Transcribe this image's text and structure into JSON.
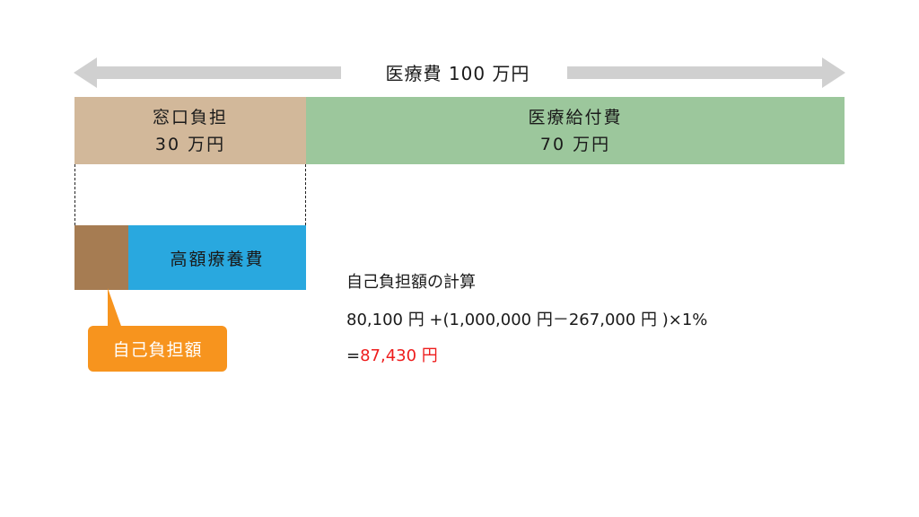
{
  "total": {
    "label": "医療費 100 万円"
  },
  "segments": {
    "madoguchi": {
      "title": "窓口負担",
      "amount": "30 万円"
    },
    "kyufu": {
      "title": "医療給付費",
      "amount": "70 万円"
    },
    "kogaku": {
      "title": "高額療養費"
    }
  },
  "callout": {
    "label": "自己負担額"
  },
  "calculation": {
    "title": "自己負担額の計算",
    "formula": "80,100 円 +(1,000,000 円－267,000 円 )×1%",
    "equals": "=",
    "result": "87,430 円"
  },
  "colors": {
    "arrow": "#d0d0d0",
    "madoguchi": "#d2b89a",
    "kyufu": "#9cc79c",
    "jiko": "#a67c52",
    "kogaku": "#29a8df",
    "callout": "#f7941e",
    "result": "#ee1c1c"
  }
}
